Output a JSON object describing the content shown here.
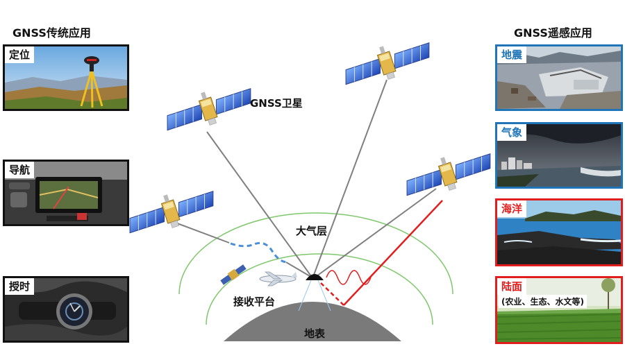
{
  "left_title": "GNSS传统应用",
  "right_title": "GNSS遥感应用",
  "traditional": [
    {
      "label": "定位"
    },
    {
      "label": "导航"
    },
    {
      "label": "授时"
    }
  ],
  "remote_sensing": [
    {
      "label": "地震"
    },
    {
      "label": "气象"
    },
    {
      "label": "海洋"
    },
    {
      "label": "陆面",
      "sublabel": "(农业、生态、水文等)"
    }
  ],
  "diagram": {
    "satellite_label": "GNSS卫星",
    "atmosphere_label": "大气层",
    "platform_label": "接收平台",
    "surface_label": "地表"
  },
  "colors": {
    "traditional_border": "#111111",
    "remote_blue": "#1f75b8",
    "remote_red": "#e11d1d",
    "signal_gray": "#7f7f7f",
    "reflect_red": "#e11d1d",
    "atmosphere_green": "#7ec86a",
    "delay_blue": "#4a8fd6"
  }
}
